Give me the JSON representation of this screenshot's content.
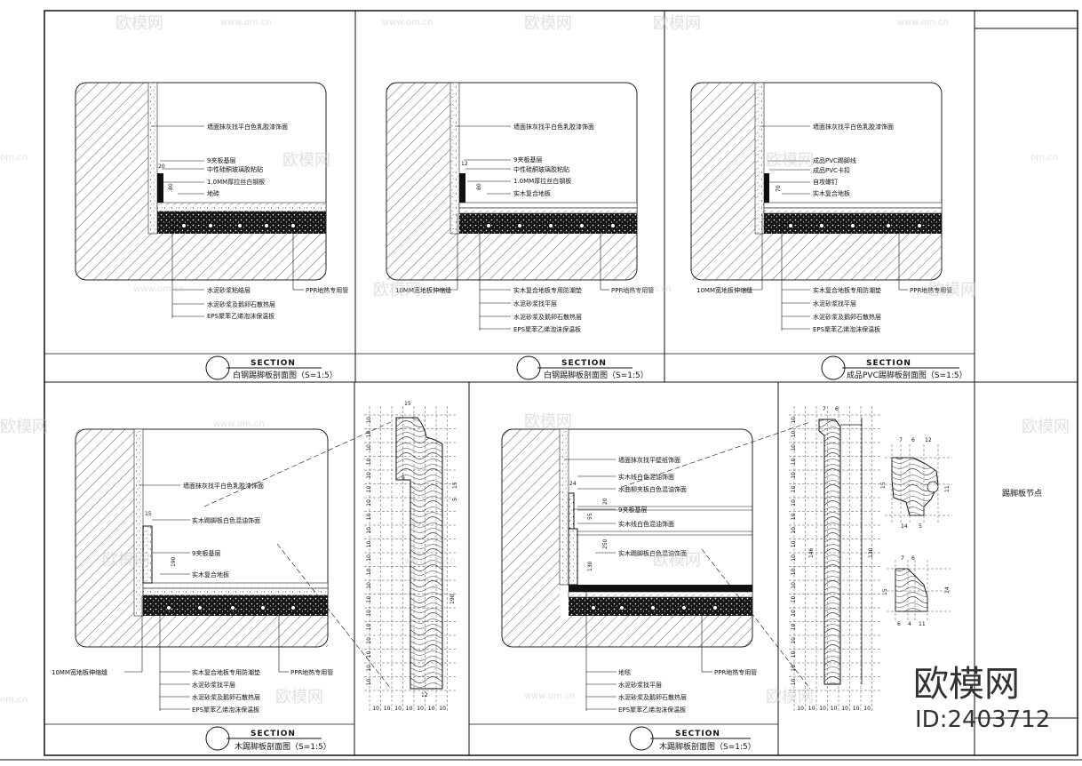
{
  "side_title": "踢脚板节点",
  "panels": [
    {
      "section_word": "SECTION",
      "caption": "白钢踢脚板剖面图（S=1:5）",
      "dims": [
        "80",
        "20"
      ],
      "labels_right": [
        "墙面抹灰找平白色乳胶漆饰面",
        "9夹板基层",
        "中性硅酮玻璃胶粘贴",
        "1.0MM厚拉丝白钢板",
        "地砖"
      ],
      "labels_bottom_right": "PPR地热专用管",
      "labels_bottom": [
        "水泥砂浆粘结层",
        "水泥砂浆及鹅卵石散热层",
        "EPS聚苯乙烯泡沫保温板"
      ]
    },
    {
      "section_word": "SECTION",
      "caption": "白钢踢脚板剖面图（S=1:5）",
      "dims": [
        "80",
        "12"
      ],
      "labels_right": [
        "墙面抹灰找平白色乳胶漆饰面",
        "9夹板基层",
        "中性硅酮玻璃胶粘贴",
        "1.0MM厚拉丝白钢板",
        "实木复合地板"
      ],
      "labels_bottom_left": "10MM宽地板伸缩缝",
      "labels_bottom_right": "PPR地热专用管",
      "labels_bottom": [
        "实木复合地板专用防潮垫",
        "水泥砂浆找平层",
        "水泥砂浆及鹅卵石散热层",
        "EPS聚苯乙烯泡沫保温板"
      ]
    },
    {
      "section_word": "SECTION",
      "caption": "成品PVC踢脚板剖面图（S=1:5）",
      "dims": [
        "70"
      ],
      "labels_right": [
        "墙面抹灰找平白色乳胶漆饰面",
        "成品PVC踢脚线",
        "成品PVC卡扣",
        "自攻螺钉",
        "实木复合地板"
      ],
      "labels_bottom_left": "10MM宽地板伸缩缝",
      "labels_bottom_right": "PPR地热专用管",
      "labels_bottom": [
        "实木复合地板专用防潮垫",
        "水泥砂浆找平层",
        "水泥砂浆及鹅卵石散热层",
        "EPS聚苯乙烯泡沫保温板"
      ]
    },
    {
      "section_word": "SECTION",
      "caption": "木踢脚板剖面图（S=1:5）",
      "dims": [
        "190",
        "15"
      ],
      "labels_right": [
        "墙面抹灰找平白色乳胶漆饰面",
        "实木踢脚板白色混油饰面",
        "9夹板基层",
        "实木复合地板"
      ],
      "labels_bottom_left": "10MM宽地板伸缩缝",
      "labels_bottom_right": "PPR地热专用管",
      "labels_bottom": [
        "实木复合地板专用防潮垫",
        "水泥砂浆找平层",
        "水泥砂浆及鹅卵石散热层",
        "EPS聚苯乙烯泡沫保温板"
      ]
    },
    {
      "section_word": "SECTION",
      "caption": "木踢脚板剖面图（S=1:5）",
      "dims": [
        "130",
        "250",
        "55",
        "20",
        "24"
      ],
      "labels_right": [
        "墙面抹灰找平壁纸饰面",
        "实木线白色混油饰面",
        "水曲柳夹板白色混油饰面",
        "9夹板基层",
        "实木线白色混油饰面",
        "实木踢脚板白色混油饰面"
      ],
      "labels_bottom_right": "PPR地热专用管",
      "labels_bottom": [
        "地毯",
        "水泥砂浆找平层",
        "水泥砂浆及鹅卵石散热层",
        "EPS聚苯乙烯泡沫保温板"
      ]
    }
  ],
  "elevation_a": {
    "col_dims": [
      "10",
      "10",
      "10",
      "10",
      "10",
      "10",
      "10"
    ],
    "row_dims": [
      "10",
      "10",
      "10",
      "10",
      "10",
      "10",
      "10",
      "10",
      "10",
      "10",
      "10",
      "10",
      "10",
      "10",
      "10",
      "10",
      "10",
      "10",
      "10",
      "10"
    ],
    "inner_dims": [
      "15",
      "9",
      "15",
      "5",
      "190",
      "12"
    ]
  },
  "elevation_b": {
    "col_dims": [
      "10",
      "10",
      "10",
      "10",
      "10",
      "10",
      "10"
    ],
    "row_dims": [
      "10",
      "10",
      "10",
      "10",
      "10",
      "10",
      "10",
      "10",
      "10",
      "10",
      "10",
      "10",
      "10",
      "10",
      "10",
      "10",
      "10",
      "10",
      "10",
      "10"
    ],
    "inner_dims": [
      "7",
      "6",
      "146",
      "130"
    ],
    "profile_top_dims": [
      "7",
      "6",
      "12",
      "15",
      "14",
      "5",
      "11"
    ],
    "profile_bottom_dims": [
      "7",
      "6",
      "15",
      "14",
      "6",
      "4",
      "11"
    ]
  },
  "watermarks": {
    "brand": "欧模网",
    "url": "www.om.cn",
    "url_short": "om.cn"
  },
  "brand_block": {
    "name": "欧模网",
    "id": "ID:2403712"
  }
}
